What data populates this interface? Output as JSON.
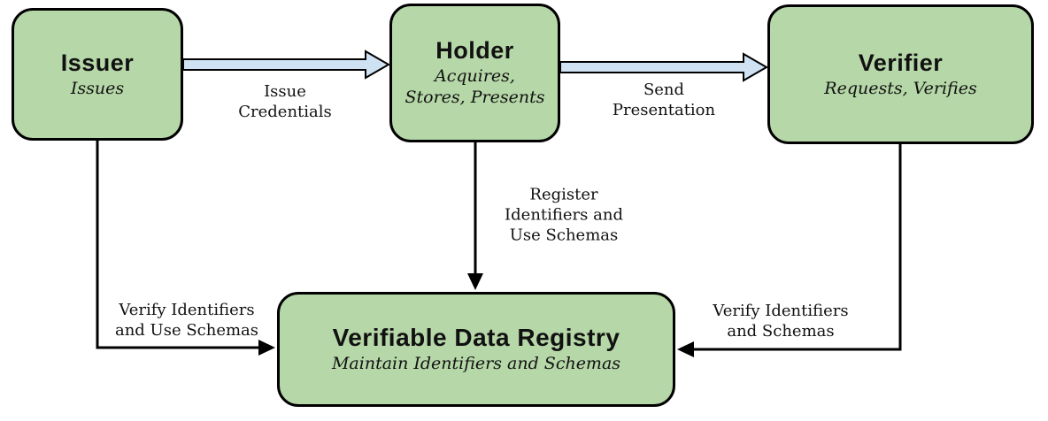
{
  "diagram": {
    "title_semantic": "Verifiable Credentials ecosystem roles diagram",
    "boxes": {
      "issuer": {
        "title": "Issuer",
        "subtitle": "Issues"
      },
      "holder": {
        "title": "Holder",
        "subtitle": "Acquires,\nStores, Presents"
      },
      "verifier": {
        "title": "Verifier",
        "subtitle": "Requests, Verifies"
      },
      "registry": {
        "title": "Verifiable Data Registry",
        "subtitle": "Maintain Identifiers and Schemas"
      }
    },
    "edges": {
      "issue_credentials": {
        "from": "Issuer",
        "to": "Holder",
        "label": "Issue\nCredentials"
      },
      "send_presentation": {
        "from": "Holder",
        "to": "Verifier",
        "label": "Send\nPresentation"
      },
      "register": {
        "from": "Holder",
        "to": "Verifiable Data Registry",
        "label": "Register\nIdentifiers and\nUse Schemas"
      },
      "verify_left": {
        "from": "Issuer",
        "to": "Verifiable Data Registry",
        "label": "Verify Identifiers\nand Use Schemas"
      },
      "verify_right": {
        "from": "Verifier",
        "to": "Verifiable Data Registry",
        "label": "Verify Identifiers\nand Schemas"
      }
    },
    "colors": {
      "box_fill": "#b6d7a8",
      "box_border": "#000000",
      "block_arrow_fill": "#cfe2f3",
      "block_arrow_border": "#000000",
      "line": "#000000",
      "background": "#ffffff"
    }
  }
}
